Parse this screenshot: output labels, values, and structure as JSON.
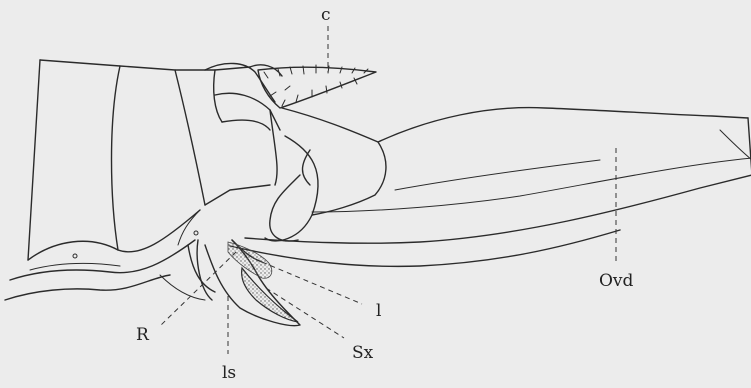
{
  "labels": {
    "c": "c",
    "ovd": "Ovd",
    "l": "l",
    "r": "R",
    "sx": "Sx",
    "ls": "ls"
  }
}
